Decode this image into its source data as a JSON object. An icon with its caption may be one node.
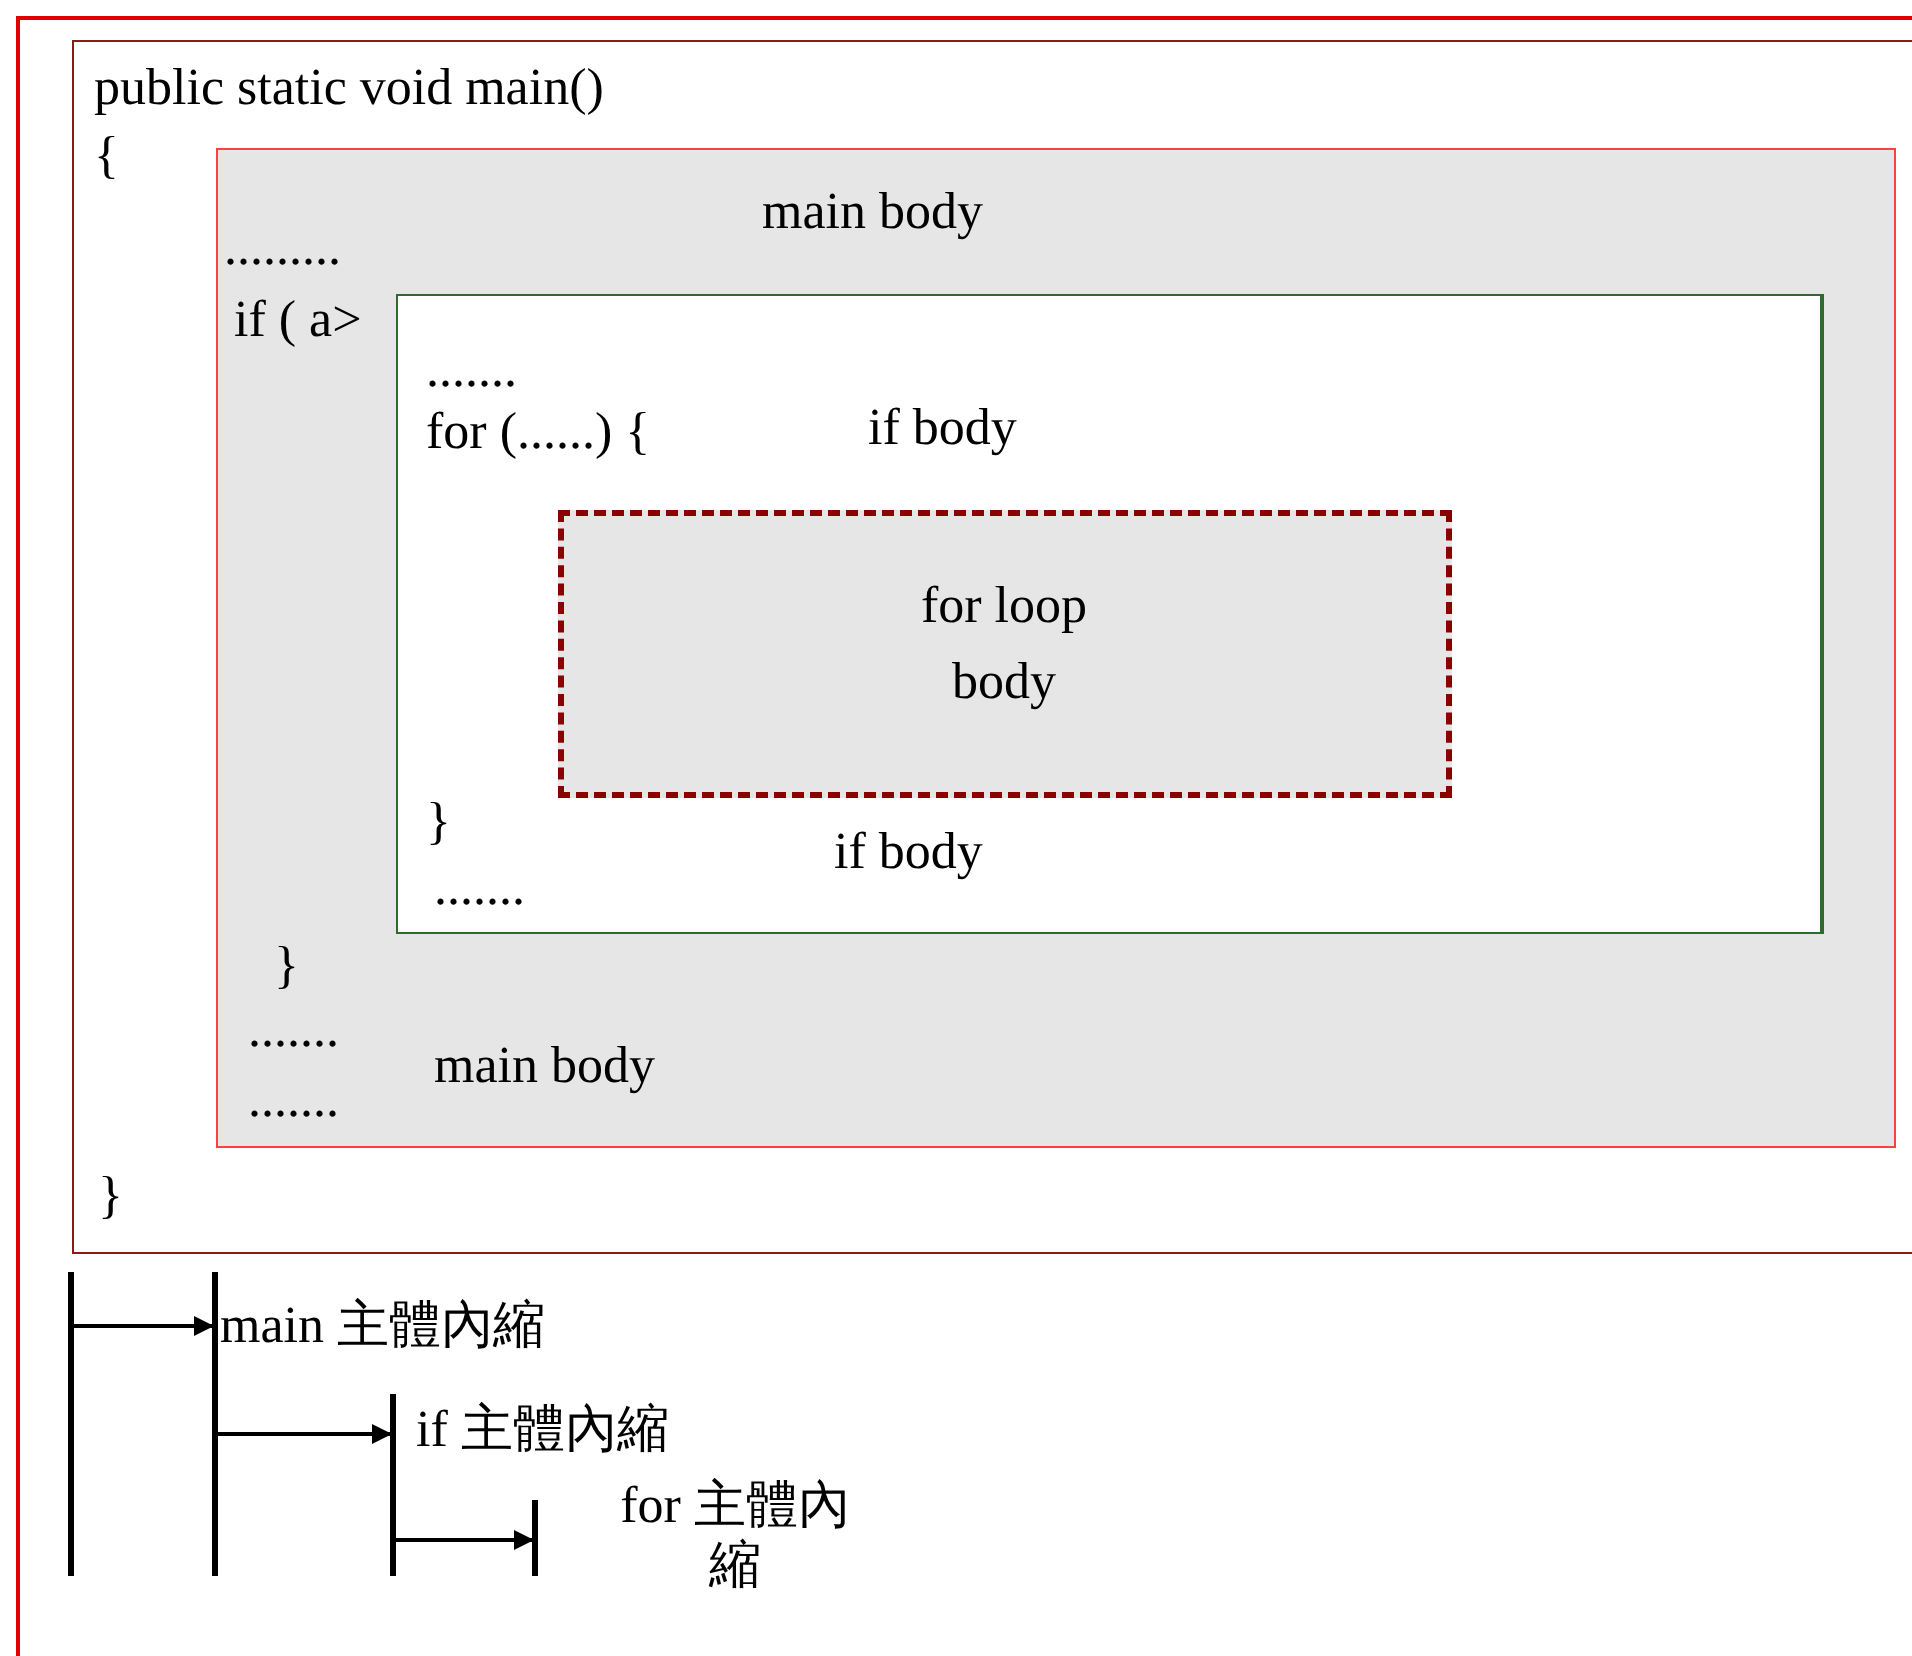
{
  "diagram": {
    "nodes": [
      {
        "text": [
          "public static void main()",
          "{",
          "}"
        ]
      },
      {
        "text": [
          "main body",
          ".........",
          "if ( a>",
          "}",
          ".......",
          "main body",
          "......."
        ],
        "in": 0
      },
      {
        "text": [
          ".......",
          "for (......) {",
          "if body",
          "}",
          "if body",
          "......."
        ],
        "in": 1
      },
      {
        "text": [
          "for loop body"
        ],
        "in": 2
      },
      {
        "text": [],
        "shape": "bar"
      },
      {
        "text": [],
        "shape": "bar"
      },
      {
        "text": [],
        "shape": "bar"
      },
      {
        "text": [],
        "shape": "bar"
      }
    ],
    "edges": [
      {
        "from": 4,
        "to": 5,
        "arrow": "to"
      },
      {
        "from": 5,
        "to": 6,
        "arrow": "to"
      },
      {
        "from": 6,
        "to": 7,
        "arrow": "to"
      }
    ],
    "labels": [
      "main 主體內縮",
      "if 主體內縮",
      "for 主體內縮"
    ]
  }
}
